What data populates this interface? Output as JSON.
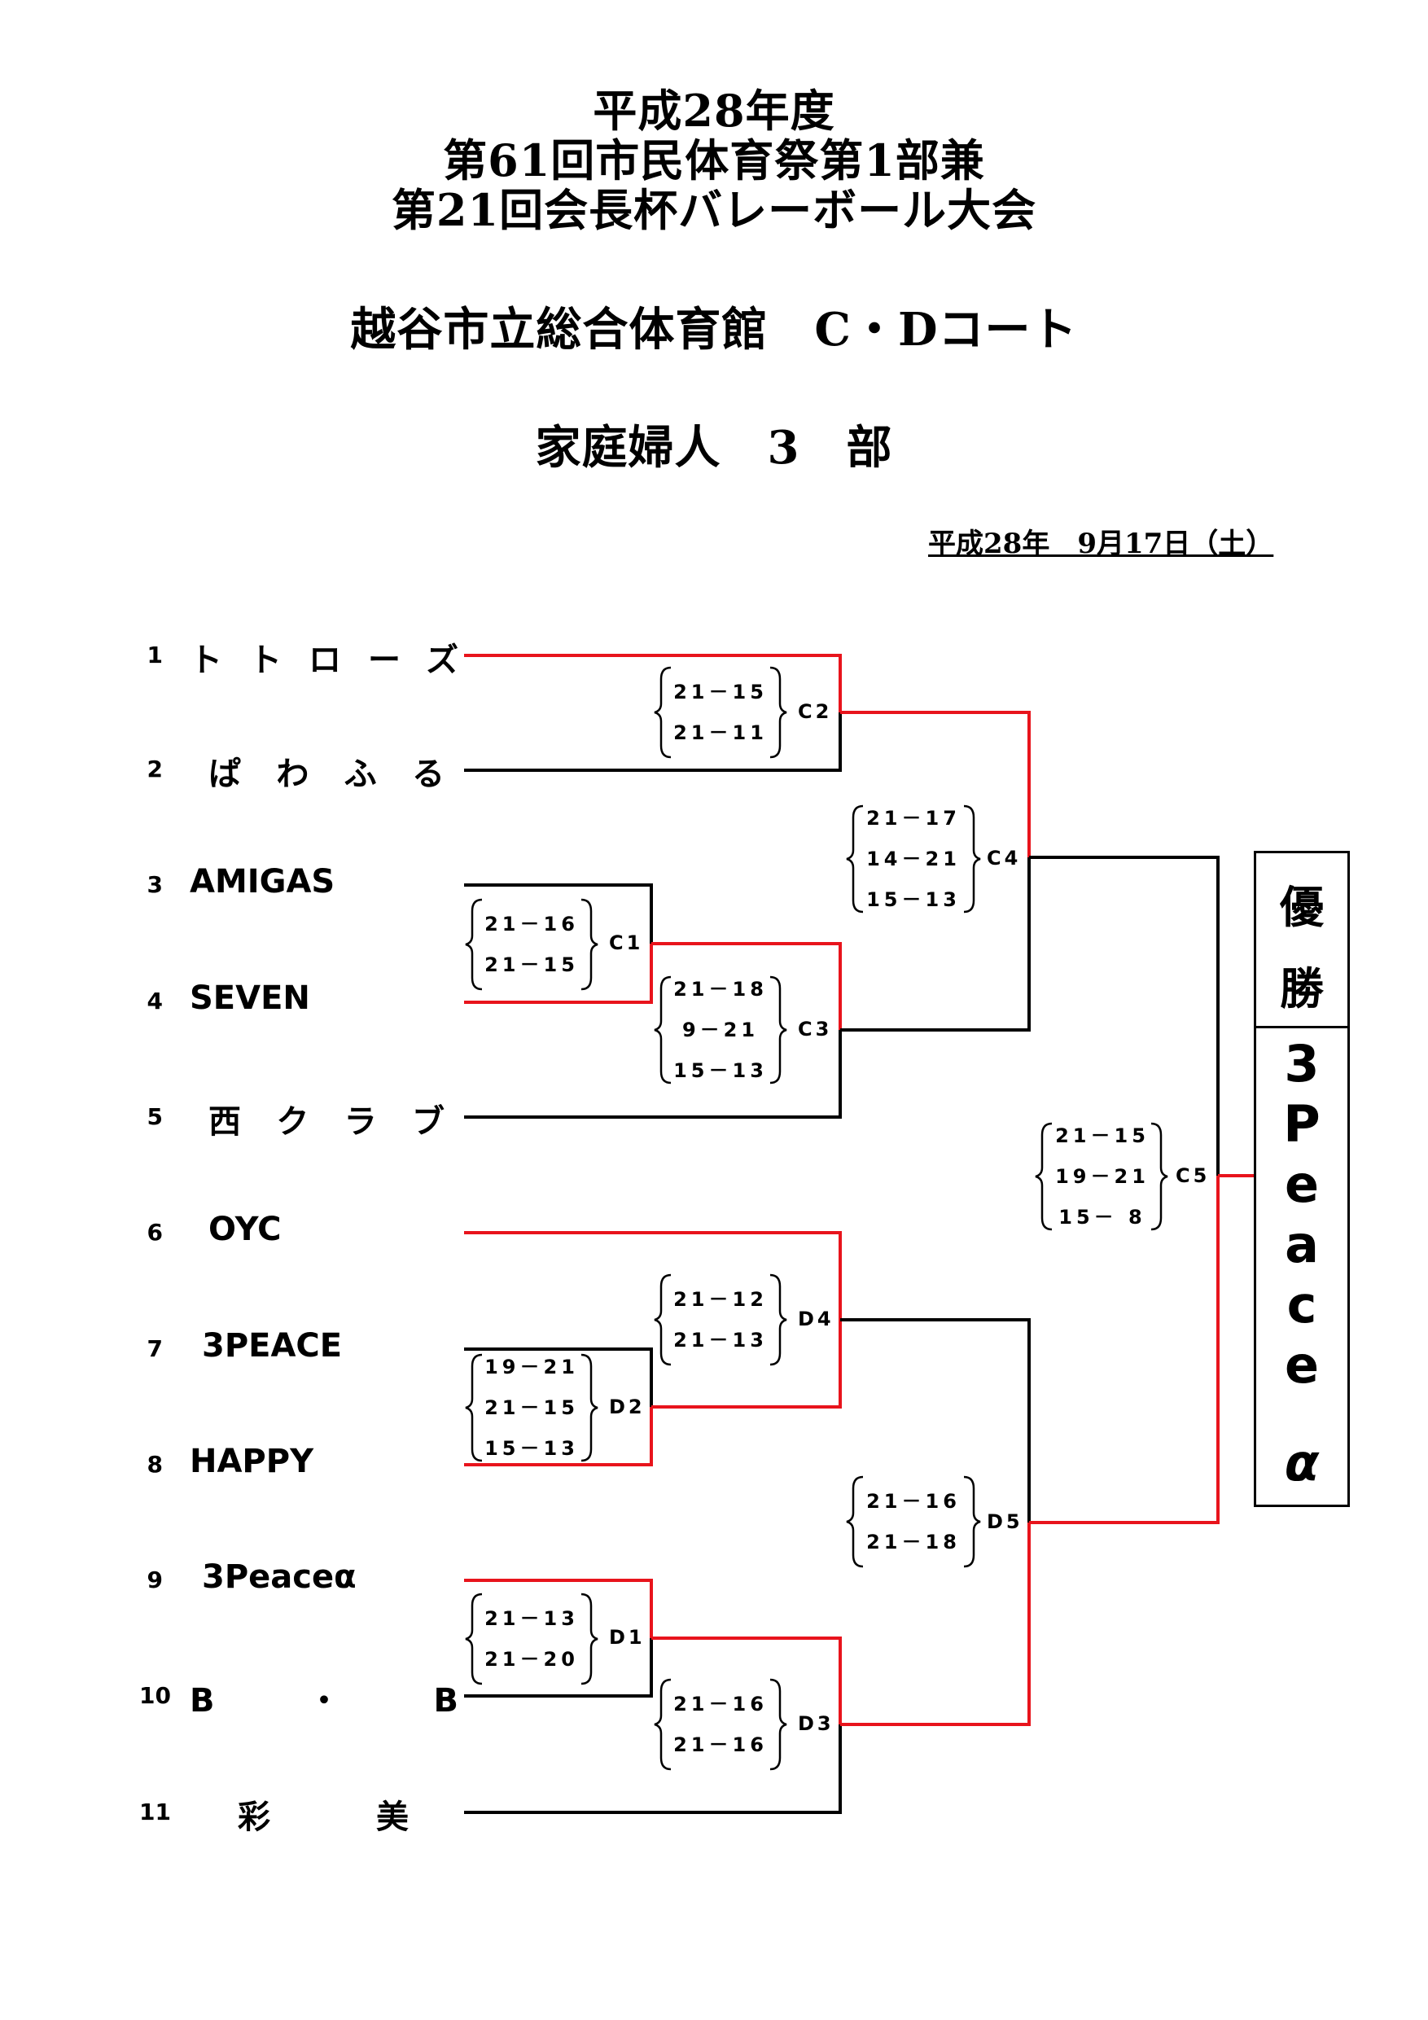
{
  "header": {
    "title_line1": "平成28年度",
    "title_line2": "第61回市民体育祭第1部兼",
    "title_line3": "第21回会長杯バレーボール大会",
    "venue": "越谷市立総合体育館　C・Dコート",
    "division": "家庭婦人　3　部",
    "date": "平成28年　9月17日（土）"
  },
  "teams": [
    {
      "seed": "1",
      "name": "トトローズ"
    },
    {
      "seed": "2",
      "name": "ぱわふる"
    },
    {
      "seed": "3",
      "name": "AMIGAS"
    },
    {
      "seed": "4",
      "name": "SEVEN"
    },
    {
      "seed": "5",
      "name": "西クラブ"
    },
    {
      "seed": "6",
      "name": "OYC"
    },
    {
      "seed": "7",
      "name": "3PEACE"
    },
    {
      "seed": "8",
      "name": "HAPPY"
    },
    {
      "seed": "9",
      "name": "3Peaceα"
    },
    {
      "seed": "10",
      "name": "B・B"
    },
    {
      "seed": "11",
      "name": "彩美"
    }
  ],
  "matches": {
    "C1": {
      "label": "C1",
      "sets": [
        "21－16",
        "21－15"
      ]
    },
    "C2": {
      "label": "C2",
      "sets": [
        "21－15",
        "21－11"
      ]
    },
    "C3": {
      "label": "C3",
      "sets": [
        "21－18",
        "9－21",
        "15－13"
      ]
    },
    "C4": {
      "label": "C4",
      "sets": [
        "21－17",
        "14－21",
        "15－13"
      ]
    },
    "C5": {
      "label": "C5",
      "sets": [
        "21－15",
        "19－21",
        "15－ 8"
      ]
    },
    "D1": {
      "label": "D1",
      "sets": [
        "21－13",
        "21－20"
      ]
    },
    "D2": {
      "label": "D2",
      "sets": [
        "19－21",
        "21－15",
        "15－13"
      ]
    },
    "D3": {
      "label": "D3",
      "sets": [
        "21－16",
        "21－16"
      ]
    },
    "D4": {
      "label": "D4",
      "sets": [
        "21－12",
        "21－13"
      ]
    },
    "D5": {
      "label": "D5",
      "sets": [
        "21－16",
        "21－18"
      ]
    }
  },
  "champion": {
    "heading_1": "優",
    "heading_2": "勝",
    "name_chars": [
      "3",
      "P",
      "e",
      "a",
      "c",
      "e",
      "α"
    ]
  },
  "colors": {
    "winner_line": "#e8141c",
    "loser_line": "#000000"
  }
}
